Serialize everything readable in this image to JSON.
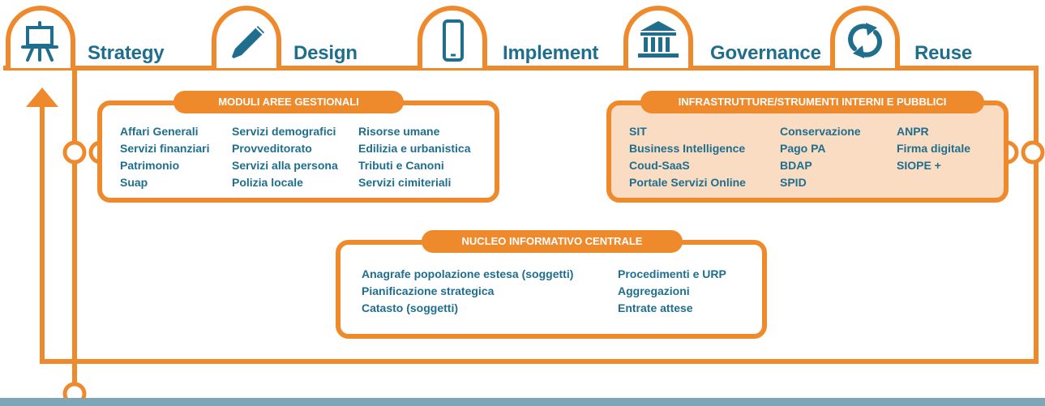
{
  "stages": [
    {
      "label": "Strategy",
      "icon": "easel-icon"
    },
    {
      "label": "Design",
      "icon": "pencil-icon"
    },
    {
      "label": "Implement",
      "icon": "smartphone-icon"
    },
    {
      "label": "Governance",
      "icon": "institution-building-icon"
    },
    {
      "label": "Reuse",
      "icon": "sync-arrows-icon"
    }
  ],
  "moduli": {
    "title": "MODULI AREE GESTIONALI",
    "columns": [
      [
        "Affari Generali",
        "Servizi finanziari",
        "Patrimonio",
        "Suap"
      ],
      [
        "Servizi demografici",
        "Provveditorato",
        "Servizi alla persona",
        "Polizia locale"
      ],
      [
        "Risorse umane",
        "Edilizia e urbanistica",
        "Tributi e Canoni",
        "Servizi cimiteriali"
      ]
    ]
  },
  "infrastrutture": {
    "title": "INFRASTRUTTURE/STRUMENTI INTERNI E PUBBLICI",
    "columns": [
      [
        "SIT",
        "Business Intelligence",
        "Coud-SaaS",
        "Portale Servizi Online"
      ],
      [
        "Conservazione",
        "Pago PA",
        "BDAP",
        "SPID"
      ],
      [
        "ANPR",
        "Firma digitale",
        "SIOPE +"
      ]
    ]
  },
  "nucleo": {
    "title": "NUCLEO INFORMATIVO CENTRALE",
    "columns": [
      [
        "Anagrafe popolazione estesa (soggetti)",
        "Pianificazione strategica",
        "Catasto (soggetti)"
      ],
      [
        "Procedimenti e URP",
        "Aggregazioni",
        "Entrate attese"
      ]
    ]
  },
  "colors": {
    "accent_orange": "#ef8a2c",
    "text_blue": "#1f6e8e",
    "highlight_fill": "#f9dcc1",
    "footer_bar": "#7fa6b6"
  }
}
